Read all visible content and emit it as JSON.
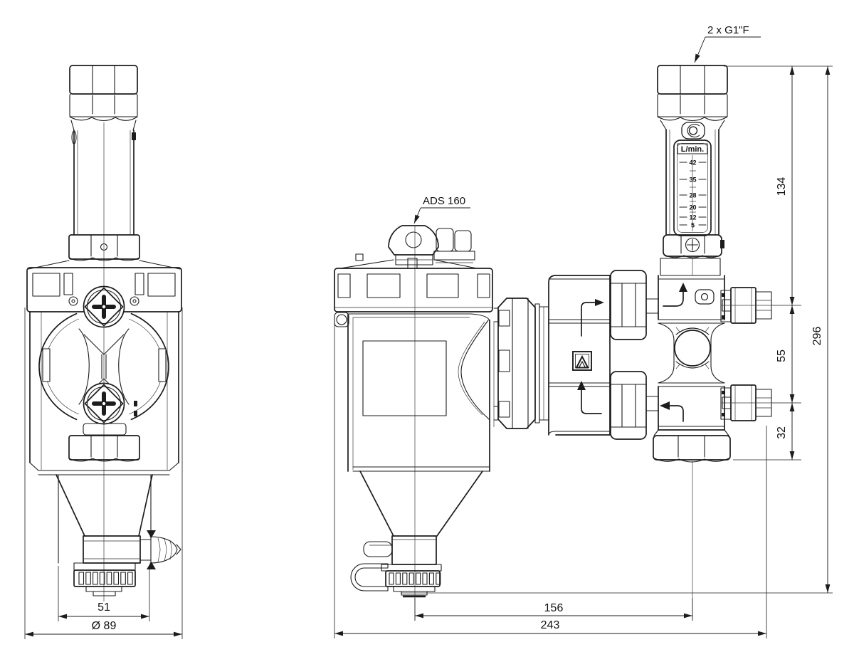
{
  "drawing": {
    "labels": {
      "connection": "2 x G1\"F",
      "product": "ADS 160"
    },
    "flow_meter": {
      "unit": "L/min.",
      "ticks": [
        "42",
        "35",
        "28",
        "20",
        "12",
        "5"
      ]
    },
    "dims": {
      "height_to_upper_port": "134",
      "port_spacing": "55",
      "lower_port_to_bottom": "32",
      "total_height": "296",
      "bowl_width": "51",
      "body_diameter": "Ø 89",
      "center_to_outlet": "156",
      "total_width": "243"
    }
  }
}
